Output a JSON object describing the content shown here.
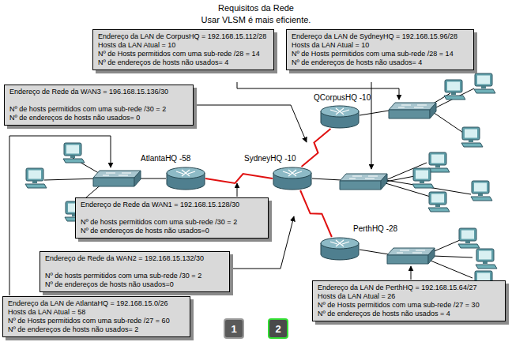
{
  "diagram": {
    "title": "Requisitos da Rede",
    "nodes": [
      {
        "text": [
          "Endereço da LAN de CorpusHQ = 192.168.15.112/28",
          "Hosts da LAN Atual = 10",
          "Nº de Hosts permitidos com uma sub-rede /28 = 14",
          "Nº de endereços de hosts não usados= 4"
        ]
      },
      {
        "text": [
          "Endereço da LAN de SydneyHQ = 192.168.15.96/28",
          "Hosts da LAN Atual = 10",
          "Nº de Hosts permitidos com uma sub-rede /28 = 14",
          "Nº de endereços de hosts não usados= 4"
        ]
      },
      {
        "text": [
          "Endereço de Rede da WAN3 = 196.168.15.136/30",
          "Nº de hosts permitidos com uma sub-rede /30 = 2",
          "Nº de endereços de hosts não usados= 0"
        ]
      },
      {
        "text": [
          "QCorpusHQ -10"
        ]
      },
      {
        "text": [
          "AtlantaHQ -58"
        ]
      },
      {
        "text": [
          "SydneyHQ -10"
        ]
      },
      {
        "text": [
          "Endereço de Rede da WAN1 = 192.168.15.128/30",
          "Nº de hosts permitidos com uma sub-rede /30 = 2",
          "Nº de endereços de hosts não usados=0"
        ]
      },
      {
        "text": [
          "PerthHQ -28"
        ]
      },
      {
        "text": [
          "Endereço de Rede da WAN2 = 192.168.15.132/30",
          "Nº de hosts permitidos com uma sub-rede /30 = 2",
          "Nº de endereços de hosts não usados=0"
        ]
      },
      {
        "text": [
          "Endereço da LAN de PerthHQ = 192.168.15.64/27",
          "Hosts da LAN Atual = 26",
          "Nº de Hosts permitidos com uma sub-rede /27 = 30",
          "Nº de endereços de hosts não usados = 4"
        ]
      },
      {
        "text": [
          "Endereço da LAN de AtlantaHQ = 192.168.15.0/26",
          "Hosts da LAN Atual = 58",
          "Nº de Hosts permitidos com uma sub-rede /27 = 60",
          "Nº de endereços de hosts não usados= 2"
        ]
      },
      {
        "text": [
          "1"
        ]
      },
      {
        "text": [
          "2"
        ]
      }
    ],
    "edges": [
      {
        "from": 4,
        "to": 5,
        "arrow": "none"
      },
      {
        "from": 5,
        "to": 3,
        "arrow": "none"
      },
      {
        "from": 5,
        "to": 7,
        "arrow": "none"
      }
    ],
    "labels": [
      "Usar VLSM é mais eficiente."
    ]
  }
}
